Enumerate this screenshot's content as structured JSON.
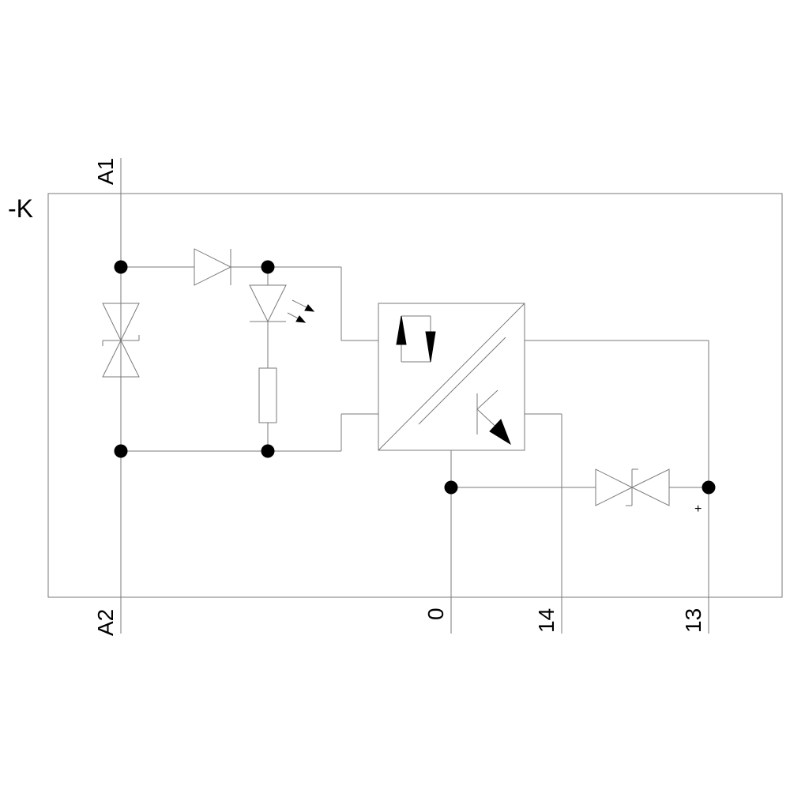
{
  "device_label": "-K",
  "terminals": {
    "a1": "A1",
    "a2": "A2",
    "zero": "0",
    "t14": "14",
    "t13": "13"
  },
  "polarity_mark": "+",
  "colors": {
    "line": "#7a7a7a",
    "junction": "#000000",
    "text": "#000000"
  }
}
